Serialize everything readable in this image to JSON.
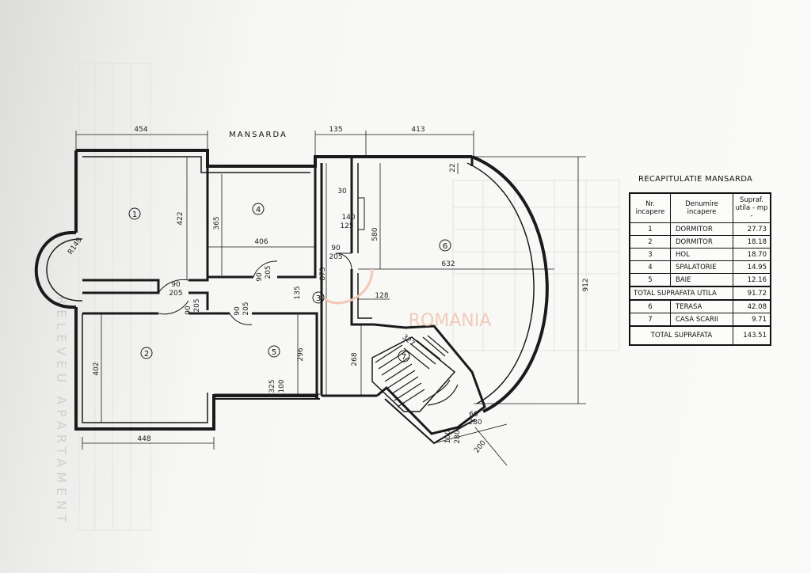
{
  "plan": {
    "title": "MANSARDA",
    "watermark": "ROMANIA",
    "side_stamp": "RELEVEU APARTAMENT",
    "dimensions": {
      "top_left": "454",
      "top_mid": "135",
      "top_right": "413",
      "right_height": "912",
      "r1_height": "422",
      "radius": "R149",
      "r4_height": "365",
      "r4_width": "406",
      "d30": "30",
      "d140": "140",
      "d125": "125",
      "d580": "580",
      "d632": "632",
      "d22": "22",
      "d873": "873",
      "d135b": "135",
      "d128": "128",
      "door_w": "90",
      "door_h": "205",
      "r2_height": "402",
      "r2_width": "448",
      "r5_height": "296",
      "d325": "325",
      "d100": "100",
      "d268": "268",
      "d327": "327",
      "d60": "60",
      "d280": "280",
      "d100b": "100",
      "d280b": "280",
      "d200": "200"
    },
    "room_numbers": [
      "1",
      "2",
      "3",
      "4",
      "5",
      "6",
      "7"
    ]
  },
  "recap": {
    "title": "RECAPITULATIE MANSARDA",
    "headers": {
      "nr": "Nr. incapere",
      "den": "Denumire incapere",
      "sup": "Supraf. utila - mp -"
    },
    "rows": [
      {
        "nr": "1",
        "den": "DORMITOR",
        "sup": "27.73"
      },
      {
        "nr": "2",
        "den": "DORMITOR",
        "sup": "18.18"
      },
      {
        "nr": "3",
        "den": "HOL",
        "sup": "18.70"
      },
      {
        "nr": "4",
        "den": "SPALATORIE",
        "sup": "14.95"
      },
      {
        "nr": "5",
        "den": "BAIE",
        "sup": "12.16"
      }
    ],
    "total_util_label": "TOTAL SUPRAFATA UTILA",
    "total_util_value": "91.72",
    "extra_rows": [
      {
        "nr": "6",
        "den": "TERASA",
        "sup": "42.08"
      },
      {
        "nr": "7",
        "den": "CASA SCARII",
        "sup": "9.71"
      }
    ],
    "total_label": "TOTAL SUPRAFATA",
    "total_value": "143.51"
  }
}
